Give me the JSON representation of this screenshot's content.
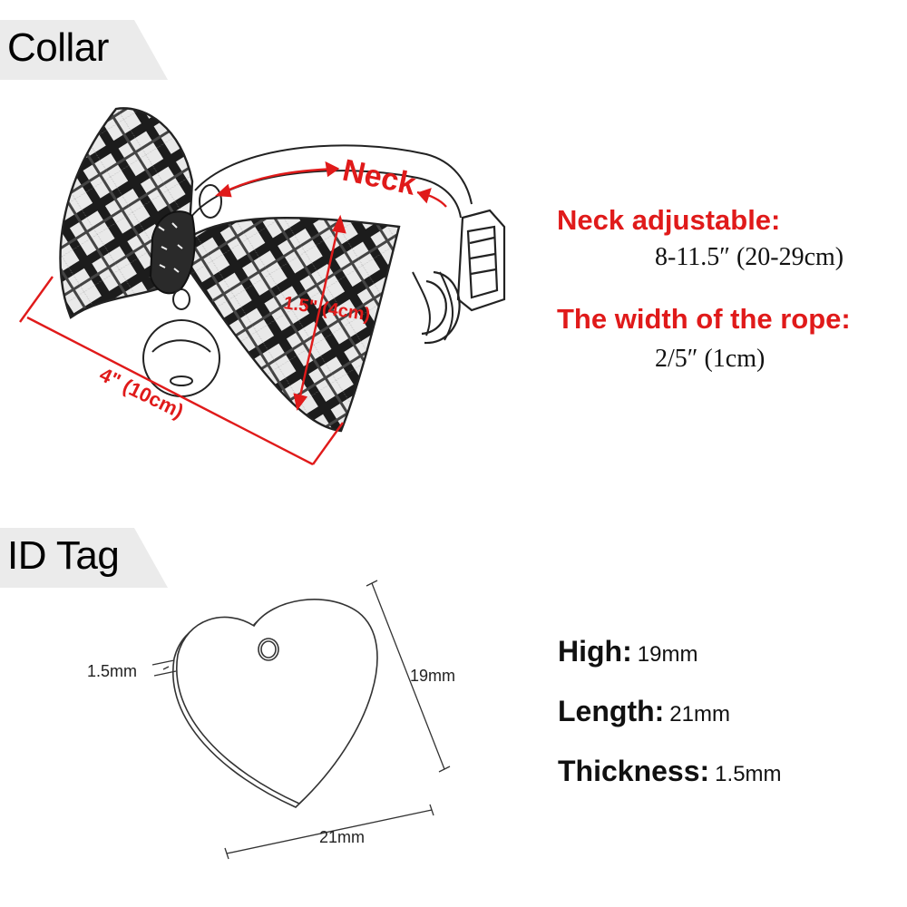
{
  "sections": {
    "collar_title": "Collar",
    "idtag_title": "ID Tag"
  },
  "collar": {
    "neck_annotation": "Neck",
    "bow_height_annotation": "1.5\" (4cm)",
    "bow_length_annotation": "4\" (10cm)",
    "neck_adjustable_label": "Neck adjustable:",
    "neck_adjustable_value": "8-11.5″  (20-29cm)",
    "rope_width_label": "The width of the rope:",
    "rope_width_value": "2/5″  (1cm)"
  },
  "id_tag": {
    "thickness_dim": "1.5mm",
    "height_dim": "19mm",
    "length_dim": "21mm",
    "specs": [
      {
        "label": "High:",
        "value": "19mm"
      },
      {
        "label": "Length:",
        "value": "21mm"
      },
      {
        "label": "Thickness:",
        "value": "1.5mm"
      }
    ]
  },
  "colors": {
    "accent_red": "#e01a1a",
    "tab_gray": "#ebebeb"
  }
}
